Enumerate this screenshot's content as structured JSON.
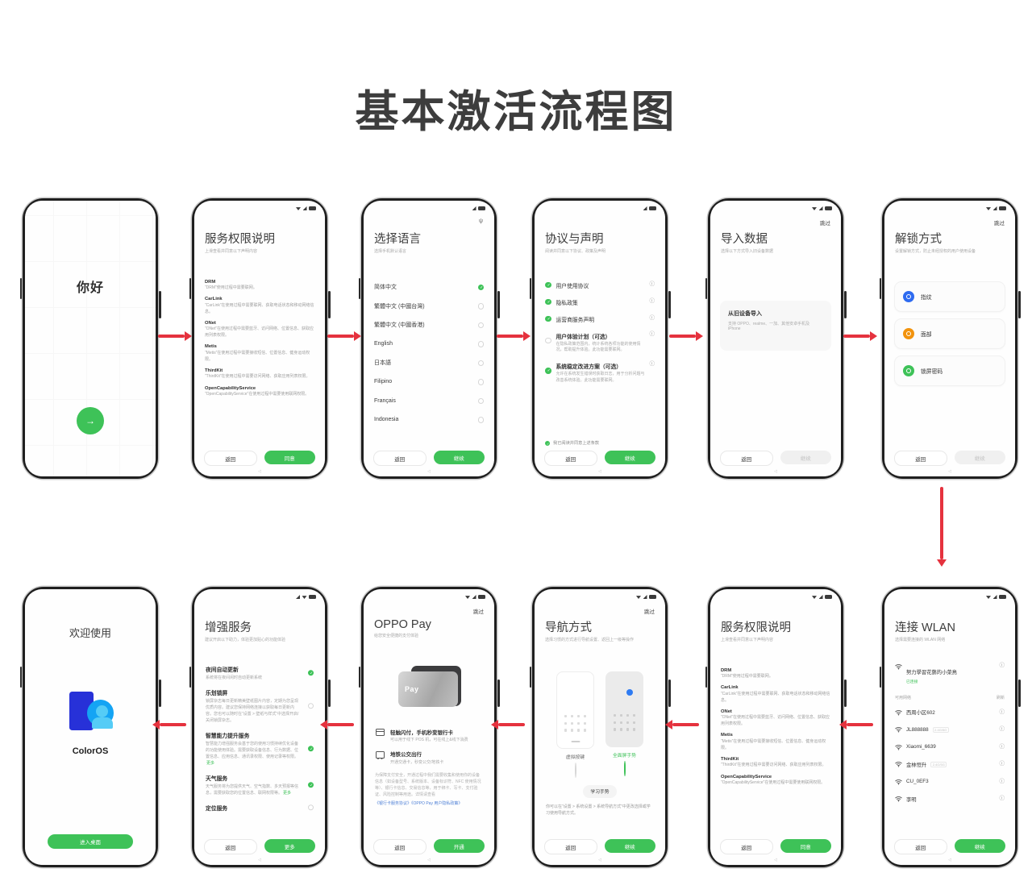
{
  "title": "基本激活流程图",
  "common": {
    "back": "返回",
    "continue": "继续",
    "agree": "同意",
    "skip": "跳过",
    "open": "开通",
    "more": "更多",
    "refresh": "刷新"
  },
  "phones": {
    "hello": {
      "title": "你好",
      "next_icon": "→"
    },
    "permissions": {
      "title": "服务权限说明",
      "subtitle": "上滑查看并同意以下声明内容",
      "sections": [
        {
          "name": "DRM",
          "desc": "“DRM”使用过程中需要联网。"
        },
        {
          "name": "CarLink",
          "desc": "“CarLink”在使用过程中需要联网、获取电话状态和移动网络信息。"
        },
        {
          "name": "ONet",
          "desc": "“ONet”在使用过程中需要蓝牙、访问网络、位置信息、获取应用列表权限。"
        },
        {
          "name": "Metis",
          "desc": "“Metis”在使用过程中需要接收短信、位置信息、健身运动权限。"
        },
        {
          "name": "ThirdKit",
          "desc": "“ThirdKit”在使用过程中需要访问网络、获取应用列表权限。"
        },
        {
          "name": "OpenCapabilityService",
          "desc": "“OpenCapabilityService”在使用过程中需要使用联网权限。"
        }
      ]
    },
    "language": {
      "title": "选择语言",
      "subtitle": "选择手机默认语言",
      "options": [
        {
          "label": "简体中文",
          "selected": true
        },
        {
          "label": "繁體中文 (中國台灣)",
          "selected": false
        },
        {
          "label": "繁體中文 (中國香港)",
          "selected": false
        },
        {
          "label": "English",
          "selected": false
        },
        {
          "label": "日本語",
          "selected": false
        },
        {
          "label": "Filipino",
          "selected": false
        },
        {
          "label": "Français",
          "selected": false
        },
        {
          "label": "Indonesia",
          "selected": false
        }
      ]
    },
    "agreement": {
      "title": "协议与声明",
      "subtitle": "阅读并同意以下协议、政策及声明",
      "items": [
        {
          "label": "用户使用协议"
        },
        {
          "label": "隐私政策"
        },
        {
          "label": "运营商服务声明"
        }
      ],
      "optional": [
        {
          "title": "用户体验计划（可选）",
          "desc": "在隐私政策范围内，统计系统各项功能的使用情况，帮助提升体验。此功能需要联网。"
        },
        {
          "title": "系统稳定改进方案（可选）",
          "desc": "允许在系统发生错误时获取日志，用于分析问题与改善系统体验。此功能需要联网。"
        }
      ],
      "confirm": "我已阅读并同意上述条款"
    },
    "import_data": {
      "title": "导入数据",
      "subtitle": "选择以下方式导入旧设备数据",
      "card_title": "从旧设备导入",
      "card_desc": "支持 OPPO、realme、一加、其他安卓手机及 iPhone"
    },
    "unlock": {
      "title": "解锁方式",
      "subtitle": "设置解锁方式，防止未经授权的用户使用设备",
      "methods": [
        {
          "label": "指纹",
          "color": "blue"
        },
        {
          "label": "面部",
          "color": "orange"
        },
        {
          "label": "锁屏密码",
          "color": "green"
        }
      ]
    },
    "wlan": {
      "title": "连接 WLAN",
      "subtitle": "选择需要连接的 WLAN 网络",
      "connected": {
        "name": "努力學習花藝的小菜鳥",
        "status": "已连接"
      },
      "section": "可用网络",
      "networks": [
        {
          "name": "西周小区602",
          "tag": ""
        },
        {
          "name": "JL888888",
          "tag": "2.4G/5G"
        },
        {
          "name": "Xiaomi_6639",
          "tag": ""
        },
        {
          "name": "金林恒升",
          "tag": "2.4G/5G"
        },
        {
          "name": "CU_0EF3",
          "tag": ""
        },
        {
          "name": "李明",
          "tag": ""
        }
      ]
    },
    "navigation": {
      "title": "导航方式",
      "subtitle": "选择习惯的方式进行导航设置、返回上一级等操作",
      "options": [
        {
          "label": "虚拟按键",
          "selected": false
        },
        {
          "label": "全面屏手势",
          "selected": true
        }
      ],
      "learn": "学习手势",
      "note": "你可以在“设置 > 系统设置 > 系统导航方式”中更改选择或学习使用导航方式。"
    },
    "pay": {
      "title": "OPPO Pay",
      "subtitle": "给您安全便捷的支付体验",
      "card_label": "Pay",
      "features": [
        {
          "title": "轻触闪付，手机秒变银行卡",
          "desc": "可以用于线下 POS 机，可在线上&线下消费"
        },
        {
          "title": "地铁公交出行",
          "desc": "开通交通卡，秒变公交/地铁卡"
        }
      ],
      "legal": "为保障支付安全，开通过程中我们需要收集和使用你的设备信息（如设备型号、系统版本、设备标识符、NFC 使用情况等）、银行卡信息、交易信息等，用于绑卡、写卡、支付验证、风险控制等用途。详情请查看",
      "links": "《银行卡服务协议》《OPPO Pay 用户隐私政策》"
    },
    "enhanced": {
      "title": "增强服务",
      "subtitle": "建议开启以下助力，体验更加贴心的功能体验",
      "services": [
        {
          "title": "夜间自动更新",
          "desc": "系统将在夜间闲时自动更新系统",
          "checked": true,
          "more": ""
        },
        {
          "title": "乐划锁屏",
          "desc": "锁屏杂志每日更新精美壁纸图片内容，定期为您呈现优质内容。建议您保持网络连接以获取每日更新内容。您也可以随时在“设置 > 壁纸与样式”中选择开启/关闭锁屏杂志。",
          "checked": false,
          "more": ""
        },
        {
          "title": "智慧能力提升服务",
          "desc": "智慧能力增强服务会基于您的使用习惯持续优化设备的功能使用体验。需要获取设备信息、行为数据、位置信息、应用信息、通讯录权限、使用记录等权限。",
          "checked": true,
          "more": "更多"
        },
        {
          "title": "天气服务",
          "desc": "天气服务将为您提供天气、空气指数、多天预报等信息，需要获取您的位置信息、联网权限等。",
          "checked": true,
          "more": "更多"
        },
        {
          "title": "定位服务",
          "desc": "",
          "checked": false,
          "more": ""
        }
      ]
    },
    "welcome": {
      "title": "欢迎使用",
      "brand": "ColorOS",
      "button": "进入桌面"
    }
  }
}
